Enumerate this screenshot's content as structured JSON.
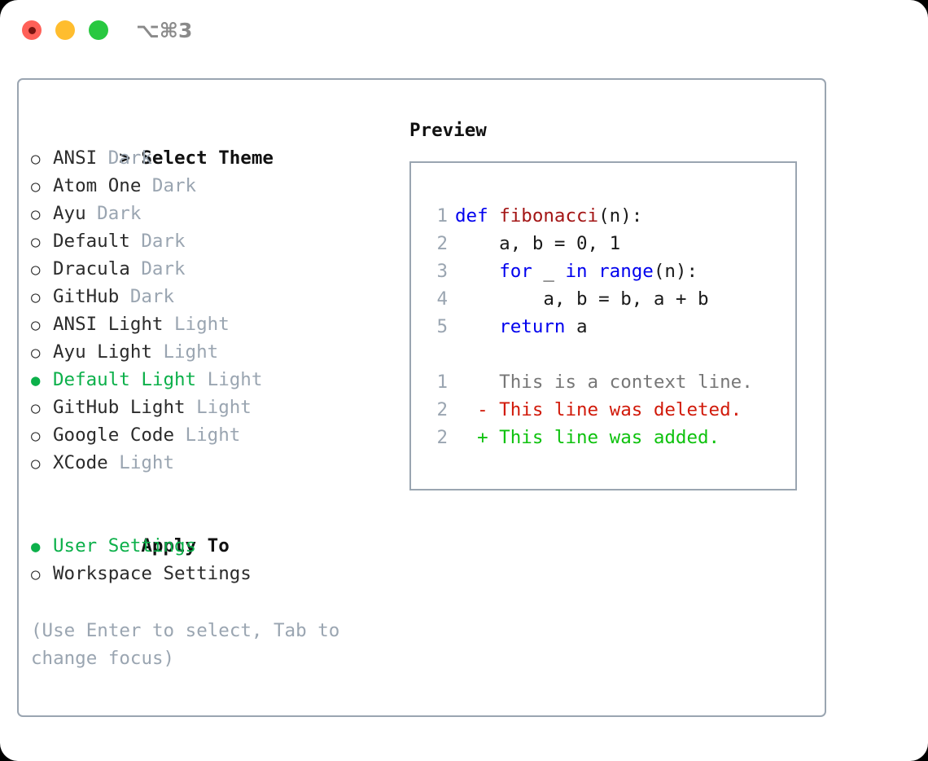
{
  "titlebar": {
    "shortcut": "⌥⌘3",
    "buttons": [
      {
        "name": "close",
        "color": "#ff6058"
      },
      {
        "name": "minimize",
        "color": "#ffbd2e"
      },
      {
        "name": "zoom",
        "color": "#28c840"
      }
    ]
  },
  "theme_picker": {
    "header": "Select Theme",
    "header_marker": ">",
    "items": [
      {
        "label": "ANSI",
        "tag": "Dark",
        "selected": false
      },
      {
        "label": "Atom One",
        "tag": "Dark",
        "selected": false
      },
      {
        "label": "Ayu",
        "tag": "Dark",
        "selected": false
      },
      {
        "label": "Default",
        "tag": "Dark",
        "selected": false
      },
      {
        "label": "Dracula",
        "tag": "Dark",
        "selected": false
      },
      {
        "label": "GitHub",
        "tag": "Dark",
        "selected": false
      },
      {
        "label": "ANSI Light",
        "tag": "Light",
        "selected": false
      },
      {
        "label": "Ayu Light",
        "tag": "Light",
        "selected": false
      },
      {
        "label": "Default Light",
        "tag": "Light",
        "selected": true
      },
      {
        "label": "GitHub Light",
        "tag": "Light",
        "selected": false
      },
      {
        "label": "Google Code",
        "tag": "Light",
        "selected": false
      },
      {
        "label": "XCode",
        "tag": "Light",
        "selected": false
      }
    ]
  },
  "apply_to": {
    "header": "Apply To",
    "items": [
      {
        "label": "User Settings",
        "selected": true
      },
      {
        "label": "Workspace Settings",
        "selected": false
      }
    ]
  },
  "hint": "(Use Enter to select, Tab to change focus)",
  "preview": {
    "title": "Preview",
    "code": [
      {
        "lno": "1",
        "tokens": [
          {
            "text": "def ",
            "kind": "kw"
          },
          {
            "text": "fibonacci",
            "kind": "fn"
          },
          {
            "text": "(n):",
            "kind": "plain"
          }
        ]
      },
      {
        "lno": "2",
        "tokens": [
          {
            "text": "    a, b = 0, 1",
            "kind": "plain"
          }
        ]
      },
      {
        "lno": "3",
        "tokens": [
          {
            "text": "    ",
            "kind": "plain"
          },
          {
            "text": "for",
            "kind": "kw"
          },
          {
            "text": " _ ",
            "kind": "plain"
          },
          {
            "text": "in",
            "kind": "kw"
          },
          {
            "text": " ",
            "kind": "plain"
          },
          {
            "text": "range",
            "kind": "kw"
          },
          {
            "text": "(n):",
            "kind": "plain"
          }
        ]
      },
      {
        "lno": "4",
        "tokens": [
          {
            "text": "        a, b = b, a + b",
            "kind": "plain"
          }
        ]
      },
      {
        "lno": "5",
        "tokens": [
          {
            "text": "    ",
            "kind": "plain"
          },
          {
            "text": "return",
            "kind": "kw"
          },
          {
            "text": " a",
            "kind": "plain"
          }
        ]
      }
    ],
    "diff": [
      {
        "lno": "1",
        "marker": " ",
        "text": " This is a context line.",
        "kind": "diff-ctx"
      },
      {
        "lno": "2",
        "marker": "-",
        "text": " This line was deleted.",
        "kind": "diff-del"
      },
      {
        "lno": "2",
        "marker": "+",
        "text": " This line was added.",
        "kind": "diff-add"
      }
    ]
  },
  "colors": {
    "accent_green": "#0cb04a",
    "muted": "#9aa5b1",
    "keyword": "#0000ee",
    "function": "#a31515",
    "diff_add": "#0ec20e",
    "diff_del": "#d11a0a",
    "border": "#9aa5b1"
  }
}
